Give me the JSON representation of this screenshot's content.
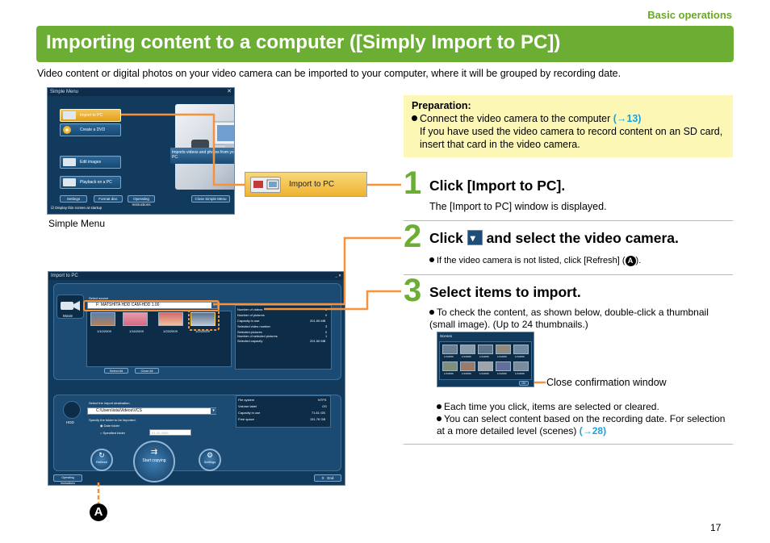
{
  "header": {
    "section": "Basic operations",
    "title": "Importing content to a computer ([Simply Import to PC])"
  },
  "intro": "Video content or digital photos on your video camera can be imported to your computer, where it will be grouped by recording date.",
  "simple_menu": {
    "window_title": "Simple Menu",
    "buttons": [
      "Import to PC",
      "Create a DVD",
      "Edit images",
      "Playback on a PC"
    ],
    "description": "Imports videos and photos from your camcorder to your PC.",
    "bottom_buttons": [
      "Settings",
      "Format disc",
      "Operating Instructions",
      "Close Simple Menu"
    ],
    "startup_checkbox": "Display this screen at startup",
    "caption": "Simple Menu"
  },
  "import_callout_label": "Import to PC",
  "import_window": {
    "title": "Import to PC",
    "movie_tab": "Movie",
    "source_label": "Select source",
    "source_value": "F: MATSHITA HDD CAM-HDD   1.00",
    "thumb_dates": [
      "1/10/2009",
      "1/16/2009",
      "1/23/2009",
      "1/23/2009"
    ],
    "select_all": "Select All",
    "clear_all": "Clear All",
    "stats": [
      {
        "label": "Number of videos",
        "value": "3"
      },
      {
        "label": "Number of pictures",
        "value": "0"
      },
      {
        "label": "Capacity in use",
        "value": "201.50 MB"
      },
      {
        "label": "Selected video number",
        "value": "3"
      },
      {
        "label": "Selected pictures",
        "value": "0"
      },
      {
        "label": "Number of selected pictures",
        "value": "1"
      },
      {
        "label": "Selected capacity",
        "value": "201.50 MB"
      }
    ],
    "hdd_label": "HDD",
    "dest_label": "Select the import destination.",
    "dest_value": "C:\\Users\\ista\\Videos\\VCS",
    "folder_label": "Specify the folder to be imported.",
    "option_date": "Date folder",
    "option_specified": "Specified folder",
    "folder_placeholder": "01-20-2009",
    "disk_stats": [
      {
        "label": "File system",
        "value": "NTFS"
      },
      {
        "label": "Volume label",
        "value": "OS"
      },
      {
        "label": "Capacity in use",
        "value": "71.61 GB"
      },
      {
        "label": "Free space",
        "value": "151.76 GB"
      }
    ],
    "refresh": "Refresh",
    "start": "Start copying",
    "settings": "Settings",
    "op_instructions": "Operating Instructions",
    "end": "End",
    "close_x": "X"
  },
  "preparation": {
    "heading": "Preparation:",
    "line1": "Connect the video camera to the computer ",
    "line1_link": "(→13)",
    "line2": "If you have used the video camera to record content on an SD card, insert that card in the video camera."
  },
  "steps": [
    {
      "num": "1",
      "title": "Click [Import to PC].",
      "text": "The [Import to PC] window is displayed."
    },
    {
      "num": "2",
      "title_pre": "Click",
      "title_post": "and select the video camera.",
      "text_pre": "If the video camera is not listed, click [Refresh] (",
      "marker": "A",
      "text_post": ")."
    },
    {
      "num": "3",
      "title": "Select items to import.",
      "text1": "To check the content, as shown below, double-click a thumbnail (small image). (Up to 24 thumbnails.)",
      "close_caption": "Close confirmation window",
      "bullet2": "Each time you click, items are selected or cleared.",
      "bullet3": "You can select content based on the recording date. For selection at a more detailed level (scenes) ",
      "bullet3_link": "(→28)"
    }
  ],
  "scenes_window": {
    "title": "Scenes",
    "dates": [
      "1/1/2009",
      "1/1/2009",
      "1/1/2009",
      "1/1/2009",
      "1/1/2009",
      "1/1/2009",
      "1/1/2009",
      "1/1/2009",
      "1/1/2009",
      "1/1/2009"
    ],
    "ok": "OK"
  },
  "marker_A": "A",
  "page_number": "17",
  "colors": {
    "accent_green": "#6cad34",
    "callout_orange": "#f7923a",
    "link_blue": "#1aa2df",
    "prep_yellow": "#fdf7b6"
  }
}
